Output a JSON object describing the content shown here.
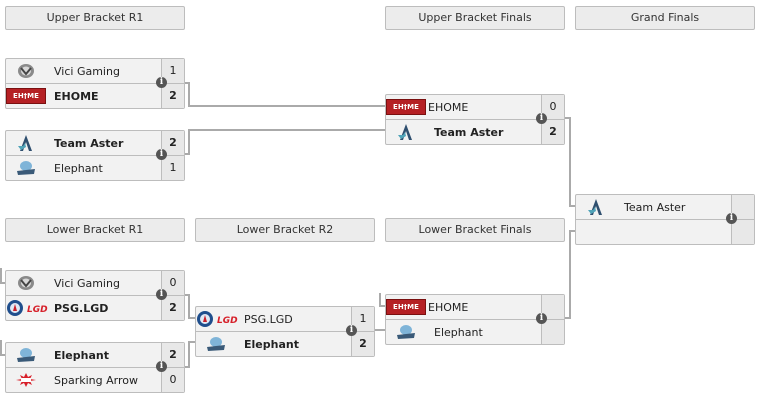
{
  "headers": {
    "ub_r1": "Upper Bracket R1",
    "ub_finals": "Upper Bracket Finals",
    "grand_finals": "Grand Finals",
    "lb_r1": "Lower Bracket R1",
    "lb_r2": "Lower Bracket R2",
    "lb_finals": "Lower Bracket Finals"
  },
  "matches": {
    "ub_r1_m1": {
      "team1": {
        "name": "Vici Gaming",
        "logo": "vici-gaming-logo",
        "score": "1",
        "winner": false
      },
      "team2": {
        "name": "EHOME",
        "logo": "ehome-logo",
        "score": "2",
        "winner": true
      }
    },
    "ub_r1_m2": {
      "team1": {
        "name": "Team Aster",
        "logo": "team-aster-logo",
        "score": "2",
        "winner": true
      },
      "team2": {
        "name": "Elephant",
        "logo": "elephant-logo",
        "score": "1",
        "winner": false
      }
    },
    "ub_finals": {
      "team1": {
        "name": "EHOME",
        "logo": "ehome-logo",
        "score": "0",
        "winner": false
      },
      "team2": {
        "name": "Team Aster",
        "logo": "team-aster-logo",
        "score": "2",
        "winner": true
      }
    },
    "grand_finals": {
      "team1": {
        "name": "Team Aster",
        "logo": "team-aster-logo",
        "score": "",
        "winner": false
      },
      "team2": {
        "name": "",
        "logo": "",
        "score": "",
        "winner": false
      }
    },
    "lb_r1_m1": {
      "team1": {
        "name": "Vici Gaming",
        "logo": "vici-gaming-logo",
        "score": "0",
        "winner": false
      },
      "team2": {
        "name": "PSG.LGD",
        "logo": "psg-lgd-logo",
        "score": "2",
        "winner": true
      }
    },
    "lb_r1_m2": {
      "team1": {
        "name": "Elephant",
        "logo": "elephant-logo",
        "score": "2",
        "winner": true
      },
      "team2": {
        "name": "Sparking Arrow",
        "logo": "sparking-arrow-logo",
        "score": "0",
        "winner": false
      }
    },
    "lb_r2": {
      "team1": {
        "name": "PSG.LGD",
        "logo": "psg-lgd-logo",
        "score": "1",
        "winner": false
      },
      "team2": {
        "name": "Elephant",
        "logo": "elephant-logo",
        "score": "2",
        "winner": true
      }
    },
    "lb_finals": {
      "team1": {
        "name": "EHOME",
        "logo": "ehome-logo",
        "score": "",
        "winner": false
      },
      "team2": {
        "name": "Elephant",
        "logo": "elephant-logo",
        "score": "",
        "winner": false
      }
    }
  },
  "info_icon": "i",
  "ehome_logo_text": "EH†ME",
  "lgd_logo_text": "LGD",
  "colors": {
    "header_bg": "#ececec",
    "match_bg": "#f2f2f2",
    "border": "#bdbdbd",
    "connector": "#aaaaaa",
    "info_icon_bg": "#555555"
  }
}
